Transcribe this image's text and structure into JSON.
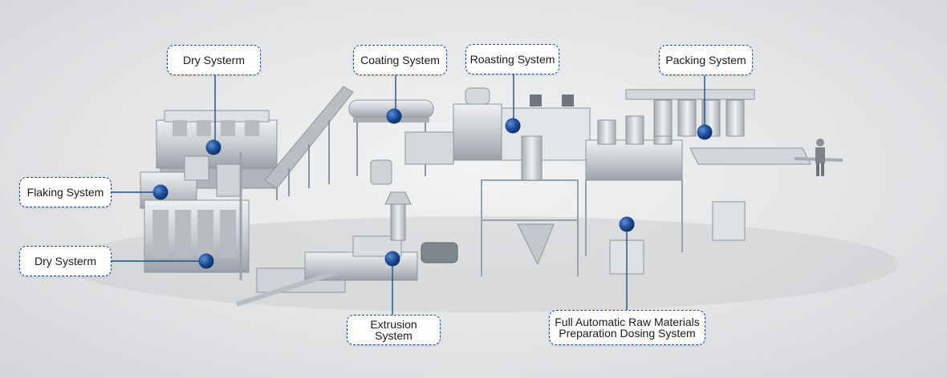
{
  "diagram": {
    "callouts": {
      "dry_top": "Dry Systerm",
      "coating": "Coating System",
      "roasting": "Roasting System",
      "packing": "Packing System",
      "flaking": "Flaking System",
      "dry_bottom": "Dry Systerm",
      "extrusion": "Extrusion\nSystem",
      "raw_materials": "Full Automatic Raw Materials\nPreparation Dosing System"
    },
    "colors": {
      "marker": "#1f4f9a",
      "leader": "#1e4f86",
      "steel": "#c9cdd1",
      "steel_dark": "#8e959c"
    }
  }
}
